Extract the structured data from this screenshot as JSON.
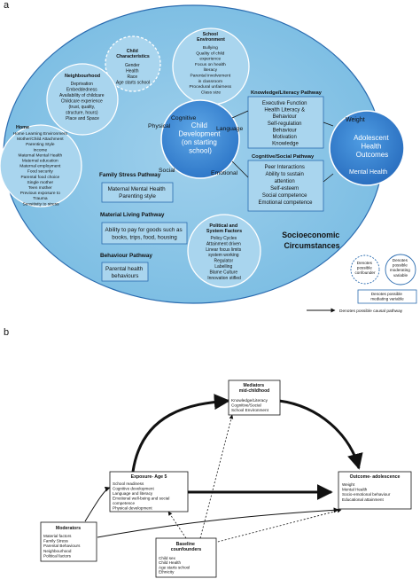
{
  "panel_a": {
    "label": "a",
    "socio_label": [
      "Socioeconomic",
      "Circumstances"
    ],
    "child_dev": [
      "Child",
      "Development",
      "(on starting",
      "school)"
    ],
    "child_dev_sides": {
      "physical": "Physical",
      "cognitive": "Cognitive",
      "language": "Language",
      "social": "Social",
      "emotional": "Emotional"
    },
    "outcomes": {
      "weight": "Weight",
      "title": [
        "Adolescent",
        "Health",
        "Outcomes"
      ],
      "mental": "Mental Health"
    },
    "child_characteristics": {
      "title": [
        "Child",
        "Characteristics"
      ],
      "items": [
        "Gender",
        "Health",
        "Race",
        "Age starts school"
      ]
    },
    "school_environment": {
      "title": [
        "School",
        "Environment"
      ],
      "items": [
        "Bullying",
        "Quality of child",
        "experience",
        "Focus on health",
        "literacy",
        "Parental involvement",
        "in classroom",
        "Procedural unfairness",
        "Class size"
      ]
    },
    "neighbourhood": {
      "title": "Neighbourhood",
      "items": [
        "Deprivation",
        "Embeddedness",
        "Availability of childcare",
        "Childcare experience",
        "(trust, quality,",
        "structure, hours)",
        "Place and Space"
      ]
    },
    "home": {
      "title": "Home",
      "items": [
        "Home Learning Environment",
        "Mother/Child Attachment",
        "Parenting Style",
        "Income",
        "Maternal Mental Health",
        "Maternal education",
        "Maternal employment",
        "Food security",
        "Parental food choice",
        "Single mother",
        "Teen mother",
        "Previous exposure to",
        "Trauma",
        "Sensitivity to stress"
      ]
    },
    "knowledge_pathway": {
      "title": "Knowledge/Literacy Pathway",
      "items": [
        "Executive Function",
        "Health Literacy &",
        "Behaviour",
        "Self-regulation",
        "Behaviour",
        "Motivation",
        "Knowledge"
      ]
    },
    "cognitive_pathway": {
      "title": "Cognitive/Social Pathway",
      "items": [
        "Peer Interactions",
        "Ability to sustain",
        "attention",
        "Self-esteem",
        "Social competence",
        "Emotional competence"
      ]
    },
    "family_stress": {
      "title": "Family Stress Pathway",
      "items": [
        "Maternal Mental Health",
        "Parenting style"
      ]
    },
    "material_living": {
      "title": "Material Living Pathway",
      "items": [
        "Ability to pay for goods such as",
        "books, trips, food, housing"
      ]
    },
    "behaviour_pathway": {
      "title": "Behaviour Pathway",
      "items": [
        "Parental health",
        "behaviours"
      ]
    },
    "political": {
      "title": [
        "Political and",
        "System Factors"
      ],
      "items": [
        "Policy Cycles",
        "Attainment driven",
        "Linear focus limits",
        "system working",
        "Regulator",
        "Labelling",
        "Blame Culture",
        "Innovation stifled"
      ]
    },
    "legend": {
      "confounder": [
        "Denotes",
        "possible",
        "confounder"
      ],
      "moderating": [
        "Denotes",
        "possible",
        "moderating",
        "variable"
      ],
      "mediating": [
        "Denotes possible",
        "mediating variable"
      ],
      "causal": "Denotes possible causal pathway"
    }
  },
  "panel_b": {
    "label": "b",
    "mediators": {
      "title": [
        "Mediators",
        "mid-childhood"
      ],
      "items": [
        "Knowledge/Literacy",
        "Cognitive/Social",
        "School Environment"
      ]
    },
    "exposure": {
      "title": "Exposure- Age 5",
      "items": [
        "School readiness",
        "Cognitive development",
        "Language and literacy",
        "Emotional well-being and social",
        "competence",
        "Physical development"
      ]
    },
    "outcome": {
      "title": "Outcome- adolescence",
      "items": [
        "Weight",
        "Mental Health",
        "Socio-emotional behaviour",
        "Educational attainment"
      ]
    },
    "moderators": {
      "title": "Moderators",
      "items": [
        "Material factors",
        "Family Stress",
        "Parental Behaviours",
        "Neighbourhood",
        "Political factors"
      ]
    },
    "baseline": {
      "title": [
        "Baseline",
        "counfounders"
      ],
      "items": [
        "Child sex",
        "Child Health",
        "Age starts school",
        "Ethnicity"
      ]
    }
  }
}
